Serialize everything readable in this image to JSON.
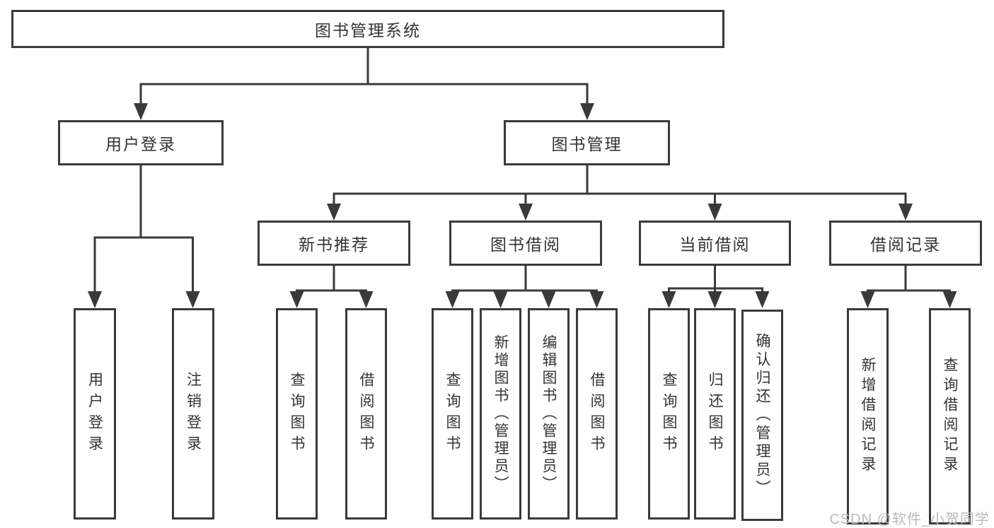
{
  "colors": {
    "line": "#3a3a3a",
    "text": "#333333",
    "box_bg": "#ffffff",
    "watermark": "#b7babd",
    "background": "#ffffff"
  },
  "diagram": {
    "root": {
      "label": "图书管理系统"
    },
    "level2": {
      "user_login": "用户登录",
      "book_management": "图书管理"
    },
    "level3": {
      "new_book_recommend": "新书推荐",
      "book_borrowing": "图书借阅",
      "current_borrowing": "当前借阅",
      "borrowing_records": "借阅记录"
    },
    "leaves": {
      "user_login": "用户登录",
      "logout": "注销登录",
      "query_books_recommend": "查询图书",
      "borrow_books_recommend": "借阅图书",
      "query_books_borrowing": "查询图书",
      "add_books_admin": "新增图书（管理员）",
      "edit_books_admin": "编辑图书（管理员）",
      "borrow_books_borrowing": "借阅图书",
      "query_books_current": "查询图书",
      "return_books": "归还图书",
      "confirm_return_admin": "确认归还（管理员）",
      "add_borrow_record": "新增借阅记录",
      "query_borrow_record": "查询借阅记录"
    }
  },
  "watermark": "CSDN @软件_小贺同学"
}
